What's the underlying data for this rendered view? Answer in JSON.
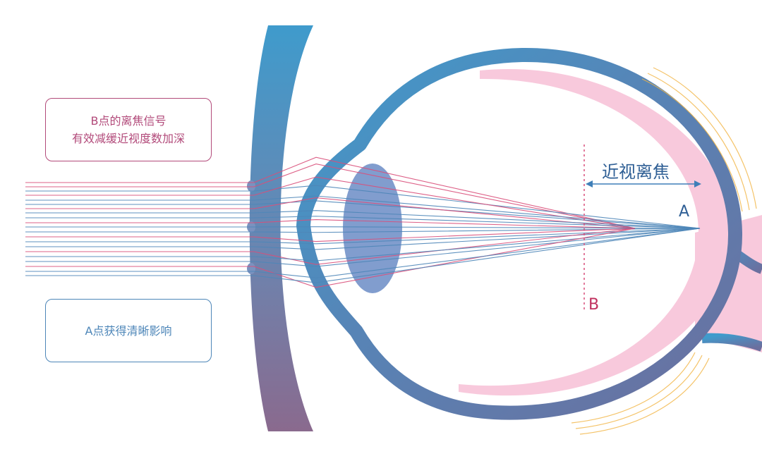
{
  "labels": {
    "b_box_line1": "B点的离焦信号",
    "b_box_line2": "有效减缓近视度数加深",
    "a_box": "A点获得清晰影响",
    "defocus": "近视离焦",
    "point_a": "A",
    "point_b": "B"
  },
  "colors": {
    "red_ray": "#d94f7a",
    "blue_ray": "#4e86b8",
    "eye_wall_top": "#3f9bcc",
    "eye_wall_bottom": "#6b6f9e",
    "retina_pink": "#f8c9dc",
    "lens": "#6b8cc6",
    "nerve_lines": "#f2b544"
  }
}
